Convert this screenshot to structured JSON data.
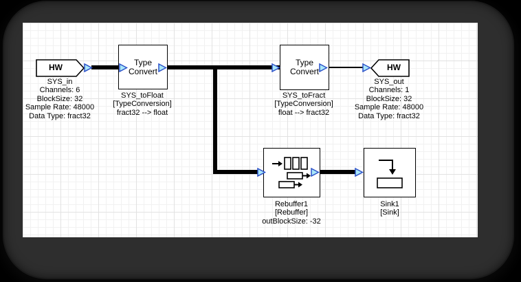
{
  "colors": {
    "page_background": "#000000",
    "frame": "#2e2e2e",
    "canvas": "#ffffff",
    "grid_minor": "#f1f1f1",
    "grid_major": "#e2e2e2",
    "wire": "#000000",
    "port_stroke": "#2b50c8",
    "port_fill": "#a9e7f9",
    "block_border": "#000000",
    "text": "#000000"
  },
  "icons": {
    "port": "port-triangle-icon",
    "rebuffer": "rebuffer-icon",
    "sink": "sink-icon"
  },
  "blocks": {
    "sys_in": {
      "title": "HW",
      "labels": [
        "SYS_in",
        "Channels: 6",
        "BlockSize: 32",
        "Sample Rate: 48000",
        "Data Type: fract32"
      ]
    },
    "sys_to_float": {
      "title": "Type Convert",
      "labels": [
        "SYS_toFloat",
        "[TypeConversion]",
        "fract32 --> float"
      ]
    },
    "sys_to_fract": {
      "title": "Type Convert",
      "labels": [
        "SYS_toFract",
        "[TypeConversion]",
        "float --> fract32"
      ]
    },
    "sys_out": {
      "title": "HW",
      "labels": [
        "SYS_out",
        "Channels: 1",
        "BlockSize: 32",
        "Sample Rate: 48000",
        "Data Type: fract32"
      ]
    },
    "rebuffer1": {
      "labels": [
        "Rebuffer1",
        "[Rebuffer]",
        "outBlockSize: -32"
      ]
    },
    "sink1": {
      "labels": [
        "Sink1",
        "[Sink]"
      ]
    }
  },
  "wires": [
    {
      "from": "SYS_in",
      "to": "SYS_toFloat",
      "thick": true
    },
    {
      "from": "SYS_toFloat",
      "to": "SYS_toFract",
      "thick": true
    },
    {
      "from": "SYS_toFloat",
      "to": "Rebuffer1",
      "thick": true
    },
    {
      "from": "Rebuffer1",
      "to": "Sink1",
      "thick": true
    },
    {
      "from": "SYS_toFract",
      "to": "SYS_out",
      "thick": false
    }
  ]
}
